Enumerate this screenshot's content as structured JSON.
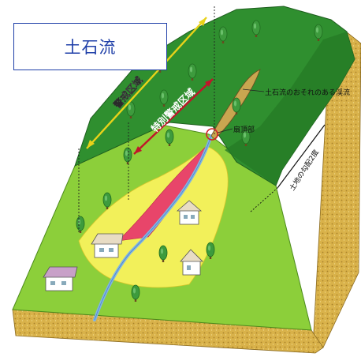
{
  "title": "土石流",
  "labels": {
    "warning_zone": "警戒区域",
    "special_warning_zone": "特別警戒区域",
    "stream": "土石流のおそれのある渓流",
    "fan_apex": "扇頂部",
    "slope": "土地の勾配2度"
  },
  "colors": {
    "hill_dark": "#2f8f2f",
    "plain_green": "#8ccf3a",
    "warning_yellow": "#f2f05a",
    "special_red": "#e8456a",
    "soil": "#d9b24a",
    "arrow_yellow": "#e8d21a",
    "arrow_red": "#c0152a",
    "stream_blue": "#7fb4e6"
  },
  "icons": [
    "tree-icon",
    "house-icon"
  ]
}
